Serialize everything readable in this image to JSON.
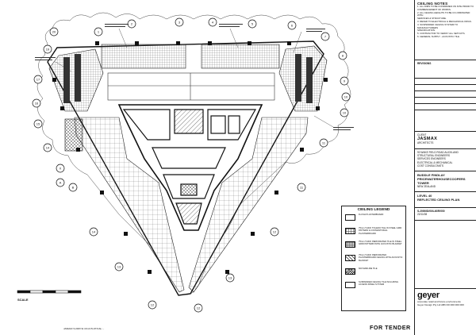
{
  "plan": {
    "stamp": "FOR TENDER",
    "scale_label": "SCALE",
    "footer_ref": "JASMAX  S:2007/11  16:14   PLOT/CAL:...",
    "grid_refs": [
      "1",
      "2",
      "3",
      "4",
      "5",
      "6",
      "7",
      "8",
      "9",
      "10",
      "11",
      "12",
      "13",
      "14",
      "15",
      "16",
      "17",
      "18",
      "19",
      "20",
      "21",
      "22",
      "23",
      "24",
      "25",
      "A",
      "B",
      "X"
    ]
  },
  "notes": {
    "title": "CEILING NOTES",
    "lines": [
      "1. ALL DIMS TO BE CONFIRMED ON SITE PRIOR TO",
      "   COMMENCEMENT OF WORKS.",
      "2. ALL CEILING HEIGHTS TO BE CO-ORDINATED WITH",
      "   SERVICES & STRUCTURE.",
      "3. REFER TO ELECTRICAL & MECHANICAL DRGS.",
      "4. SUSPENDED CEILING SYSTEM TO MANUFACTURERS",
      "   SPECIFICATION.",
      "5. CONTRACTOR TO VERIFY ALL SETOUTS.",
      "6. GENERAL SUPPLY - ACOUSTIC TILE"
    ]
  },
  "legend": {
    "title": "CEILING LEGEND",
    "items": [
      "FLUSH PLASTERBOARD",
      "75mm THICK TOLEDO TILE IN STEEL GRID PATTERN & CONVENTIONAL PLASTERBOARD",
      "75mm THICK PERFORATED TILE IN STEEL GRID PATTERN WITH ACOUSTIC BLANKET",
      "75mm THICK PERFORATED PLASTERBOARD CEILING WITH ACOUSTIC BLANKET",
      "600 MARLINE TILE",
      "SUSPENDED CEILING TILE INCLUDING ACCESS PANEL SYSTEM"
    ]
  },
  "titleblock": {
    "rev_label": "REVISIONS",
    "client_label": "CLIENT",
    "architect": "JASMAX",
    "architect_sub": "ARCHITECTS",
    "architect_addr": "90 WAKE FIELD ROAD AUCKLAND",
    "consultants": [
      "STRUCTURAL ENGINEERS",
      "SERVICES ENGINEERS",
      "ELECTRICAL & MECHANICAL",
      "COST CONSULTANTS"
    ],
    "project": "BUDDLE FINDLAY",
    "project2": "PRICEWATERHOUSECOOPERS",
    "project3": "TOWER",
    "location": "NEW ZEALAND",
    "drawing_title": "LEVEL 40",
    "drawing_title2": "REFLECTED CEILING PLAN",
    "drawing_no": "S-2000/ID/00/L40/R/000",
    "date": "22/11/08",
    "designer": "geyer",
    "designer_tag": "corporate retail and future environments",
    "designer_addr": "Geyer Design Pty Ltd ABN 00 000 000 000"
  }
}
